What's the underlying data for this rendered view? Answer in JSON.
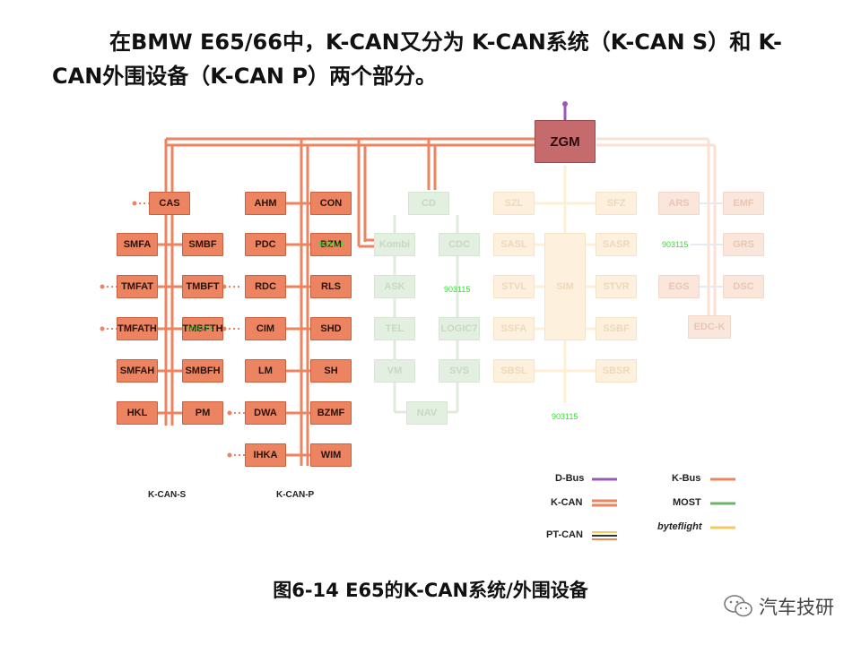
{
  "intro": {
    "line": "在BMW E65/66中，K-CAN又分为 K-CAN系统（K-CAN S）和 K-CAN外围设备（K-CAN P）两个部分。"
  },
  "gateway": {
    "label": "ZGM"
  },
  "kcan_s": {
    "label": "K-CAN-S",
    "modules": [
      "CAS",
      "SMFA",
      "SMBF",
      "TMFAT",
      "TMBFT",
      "TMFATH",
      "TMBFTH",
      "SMFAH",
      "SMBFH",
      "HKL",
      "PM"
    ]
  },
  "kcan_p": {
    "label": "K-CAN-P",
    "modules": [
      "AHM",
      "CON",
      "PDC",
      "BZM",
      "RDC",
      "RLS",
      "CIM",
      "SHD",
      "LM",
      "SH",
      "DWA",
      "BZMF",
      "IHKA",
      "WIM"
    ]
  },
  "most": {
    "modules": [
      "CD",
      "Kombi",
      "CDC",
      "ASK",
      "TEL",
      "LOGIC7",
      "VM",
      "SVS",
      "NAV"
    ]
  },
  "byteflight": {
    "modules": [
      "SZL",
      "SFZ",
      "SASL",
      "SIM",
      "SASR",
      "STVL",
      "STVR",
      "SSFA",
      "SSBF",
      "SBSL",
      "SBSR"
    ]
  },
  "kbus_group": {
    "modules": [
      "ARS",
      "EMF",
      "GRS",
      "EGS",
      "DSC",
      "EDC-K"
    ]
  },
  "watermarks": [
    "903115",
    "903115",
    "903115",
    "903115",
    "903115"
  ],
  "legend": {
    "dbus": "D-Bus",
    "kbus": "K-Bus",
    "kcan": "K-CAN",
    "most": "MOST",
    "ptcan": "PT-CAN",
    "byteflight": "byteflight"
  },
  "colors": {
    "kcan": "#ec8462",
    "dbus": "#9b59b6",
    "most": "#6fb36a",
    "byteflight": "#f5c860",
    "ptcan": "#e98a55"
  },
  "caption": "图6-14  E65的K-CAN系统/外围设备",
  "brand": {
    "name": "汽车技研",
    "icon": "wechat-icon"
  }
}
